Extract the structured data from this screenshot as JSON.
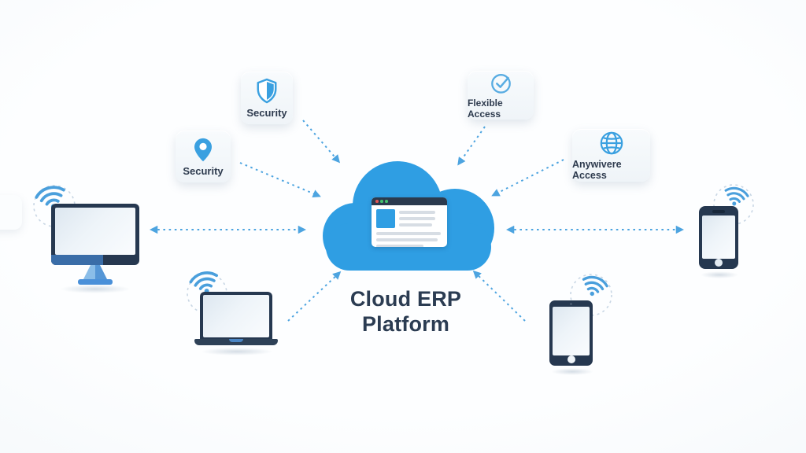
{
  "title": {
    "line1": "Cloud ERP",
    "line2": "Platform"
  },
  "badges": [
    {
      "label": "Security",
      "icon": "shield-icon"
    },
    {
      "label": "Security",
      "icon": "location-pin-icon"
    },
    {
      "label": "Flexible Access",
      "icon": "check-circle-icon"
    },
    {
      "label": "Anywivere Access",
      "icon": "globe-icon"
    }
  ],
  "devices": [
    {
      "name": "desktop-monitor"
    },
    {
      "name": "laptop"
    },
    {
      "name": "tablet"
    },
    {
      "name": "smartphone"
    }
  ],
  "central_node": {
    "name": "cloud-erp-platform",
    "content": "browser-window-mockup"
  },
  "connections": [
    {
      "from": "security-shield-badge",
      "to": "cloud",
      "style": "dashed-arrow"
    },
    {
      "from": "security-pin-badge",
      "to": "cloud",
      "style": "dashed-arrow"
    },
    {
      "from": "flexible-access-badge",
      "to": "cloud",
      "style": "dashed-arrow"
    },
    {
      "from": "anywhere-access-badge",
      "to": "cloud",
      "style": "dashed-arrow"
    },
    {
      "from": "desktop-monitor",
      "to": "cloud",
      "style": "dashed-double-arrow"
    },
    {
      "from": "smartphone",
      "to": "cloud",
      "style": "dashed-double-arrow"
    },
    {
      "from": "laptop",
      "to": "cloud",
      "style": "dashed-arrow"
    },
    {
      "from": "tablet",
      "to": "cloud",
      "style": "dashed-arrow"
    }
  ],
  "colors": {
    "cloud-blue": "#2f9ee3",
    "arrow-blue": "#4da4e0",
    "device-navy": "#263850",
    "accent-blue": "#4a90d9",
    "title-navy": "#2b3c52",
    "dot-red": "#e05555",
    "dot-green": "#43c06e"
  }
}
